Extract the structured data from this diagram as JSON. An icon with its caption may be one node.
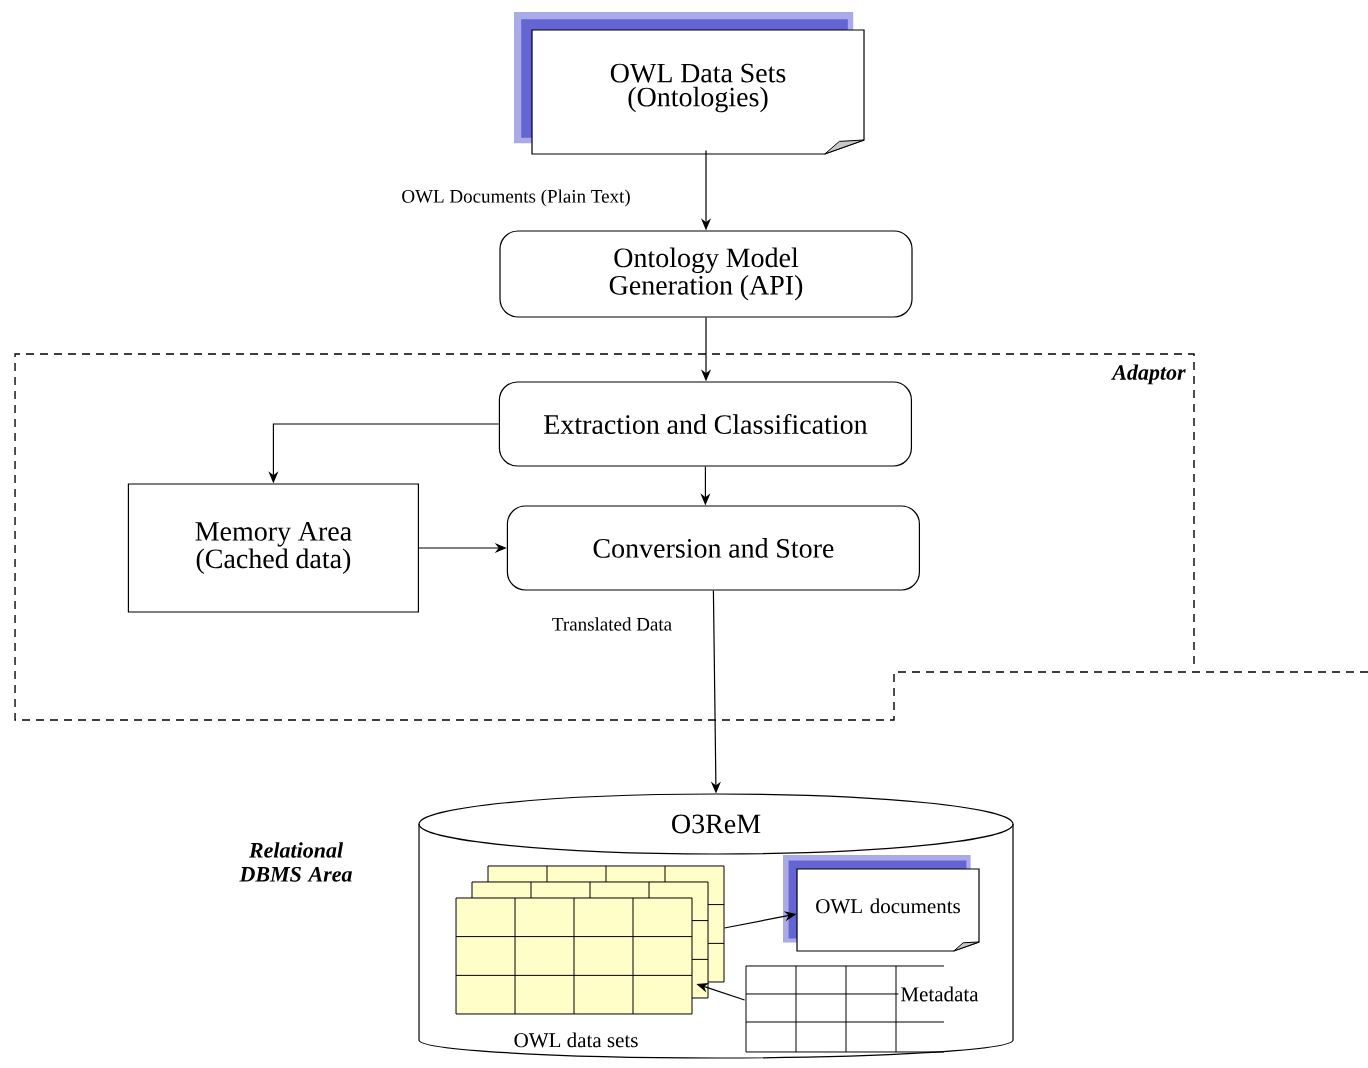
{
  "diagram": {
    "nodes": [
      {
        "text": [
          "OWL Data Sets (Ontologies)"
        ]
      },
      {
        "text": [
          "Ontology Model Generation (API)"
        ]
      },
      {
        "text": [
          "Adaptor"
        ]
      },
      {
        "text": [
          "Extraction and Classification"
        ],
        "in": 2
      },
      {
        "text": [
          "Memory Area (Cached data)"
        ],
        "in": 2
      },
      {
        "text": [
          "Conversion and Store"
        ],
        "in": 2
      },
      {
        "text": [
          "O3ReM"
        ],
        "beside": [
          "Relational DBMS Area"
        ]
      },
      {
        "text": [
          "OWL data sets"
        ],
        "in": 6
      },
      {
        "text": [
          "OWL documents"
        ],
        "in": 6
      },
      {
        "text": [
          "Metadata"
        ],
        "in": 6
      }
    ],
    "edges": [
      {
        "from": 0,
        "to": 1,
        "arrow": "to",
        "label": "OWL Documents (Plain Text)"
      },
      {
        "from": 1,
        "to": 3,
        "arrow": "to"
      },
      {
        "from": 3,
        "to": 4,
        "arrow": "to"
      },
      {
        "from": 3,
        "to": 5,
        "arrow": "to"
      },
      {
        "from": 4,
        "to": 5,
        "arrow": "to"
      },
      {
        "from": 5,
        "to": 6,
        "arrow": "to",
        "label": "Translated Data"
      },
      {
        "from": 7,
        "to": 8,
        "arrow": "to"
      },
      {
        "from": 9,
        "to": 7,
        "arrow": "to"
      }
    ]
  }
}
